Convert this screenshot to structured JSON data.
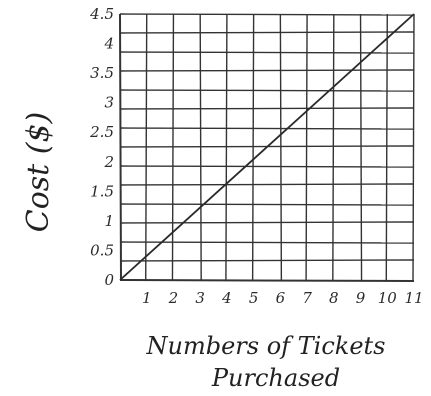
{
  "chart_data": {
    "type": "line",
    "title": "",
    "xlabel_line1": "Numbers of Tickets",
    "xlabel_line2": "Purchased",
    "ylabel": "Cost ($)",
    "x_ticks": [
      "1",
      "2",
      "3",
      "4",
      "5",
      "6",
      "7",
      "8",
      "9",
      "10",
      "11"
    ],
    "y_ticks": [
      "0",
      "0.5",
      "1",
      "1.5",
      "2",
      "2.5",
      "3",
      "3.5",
      "4",
      "4.5"
    ],
    "xlim": [
      0,
      11
    ],
    "ylim": [
      0,
      4.5
    ],
    "grid": true,
    "series": [
      {
        "x": [
          0,
          11
        ],
        "y": [
          0,
          4.5
        ]
      }
    ]
  },
  "colors": {
    "ink": "#2a2a2a",
    "grid": "#333333"
  }
}
